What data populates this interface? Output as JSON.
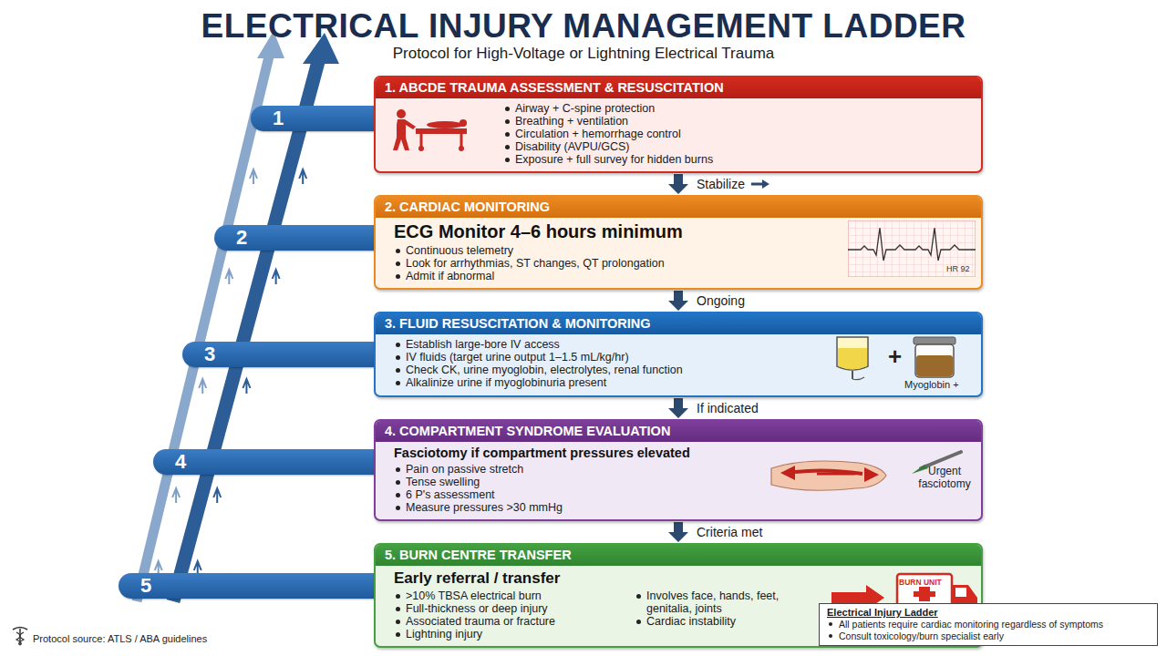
{
  "diagram": {
    "title": "ELECTRICAL INJURY MANAGEMENT LADDER",
    "caption": "Protocol source: ATLS / ABA guidelines",
    "nodes": [
      {
        "text": [
          "1"
        ]
      },
      {
        "text": [
          "1. ABCDE TRAUMA ASSESSMENT & RESUSCITATION",
          "Airway + C-spine protection",
          "Breathing + ventilation",
          "Circulation + hemorrhage control",
          "Disability (AVPU/GCS)",
          "Exposure + full survey for hidden burns"
        ]
      },
      {
        "text": [
          "2"
        ]
      },
      {
        "text": [
          "2. CARDIAC MONITORING",
          "ECG Monitor 4–6 hours minimum",
          "Continuous telemetry",
          "Look for arrhythmias, ST changes, QT prolongation",
          "Admit if abnormal"
        ]
      },
      {
        "text": [
          "3"
        ]
      },
      {
        "text": [
          "3. FLUID RESUSCITATION & MONITORING",
          "Establish large-bore IV access",
          "IV fluids (target urine output 1–1.5 mL/kg/hr)",
          "Check CK, urine myoglobin, electrolytes, renal function",
          "Alkalinize urine if myoglobinuria present"
        ]
      },
      {
        "text": [
          "4"
        ]
      },
      {
        "text": [
          "4. COMPARTMENT SYNDROME EVALUATION",
          "Fasciotomy if compartment pressures elevated",
          "Pain on passive stretch",
          "Tense swelling",
          "6 P's assessment",
          "Measure pressures >30 mmHg"
        ]
      },
      {
        "text": [
          "5"
        ]
      },
      {
        "text": [
          "5. BURN CENTRE TRANSFER",
          "Early referral / transfer",
          ">10% TBSA electrical burn",
          "Full-thickness or deep injury",
          "Associated trauma or fracture",
          "Lightning injury",
          "Involves face, hands, feet, genitalia, joints",
          "Cardiac instability"
        ]
      },
      {
        "text": [
          "Electrical Injury Ladder",
          "All patients require cardiac monitoring regardless of symptoms",
          "Consult toxicology/burn specialist early"
        ]
      }
    ],
    "edges": [
      {
        "from": 1,
        "to": 3,
        "arrow": "to",
        "label": "Stabilize"
      },
      {
        "from": 3,
        "to": 5,
        "arrow": "to",
        "label": "Ongoing"
      },
      {
        "from": 5,
        "to": 7,
        "arrow": "to",
        "label": "If indicated"
      },
      {
        "from": 7,
        "to": 9,
        "arrow": "to",
        "label": "Criteria met"
      }
    ],
    "labels": [
      "Protocol for High-Voltage or Lightning Electrical Trauma",
      "HR 92",
      "+",
      "Myoglobin +",
      "Urgent fasciotomy",
      "BURN UNIT"
    ]
  }
}
